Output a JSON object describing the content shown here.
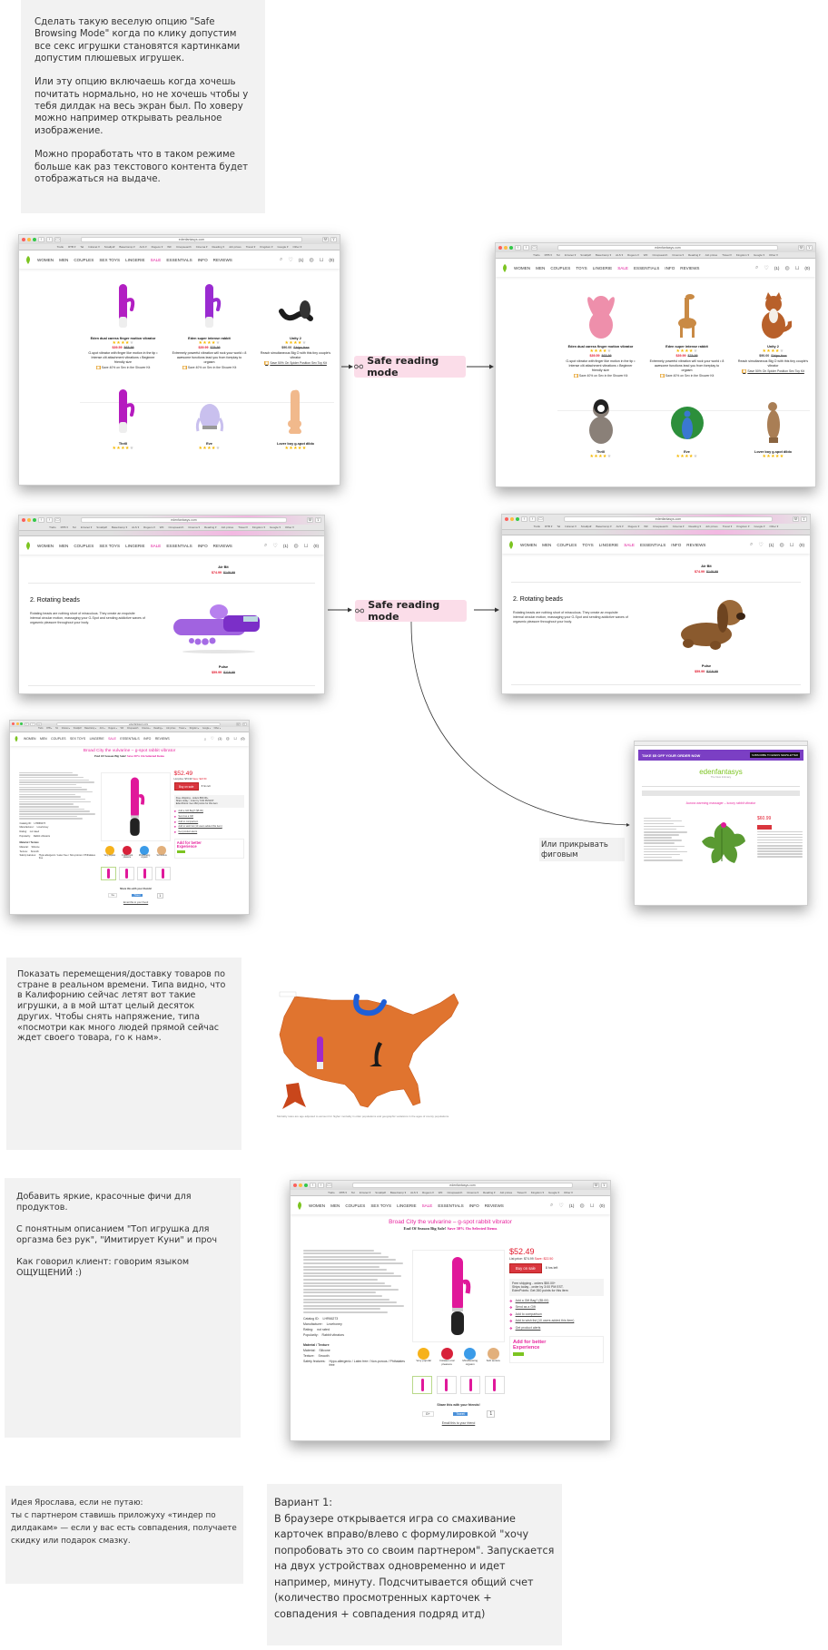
{
  "notes": {
    "safe_browsing": "Сделать такую веселую опцию \"Safe Browsing Mode\" когда по клику допустим все секс игрушки становятся картинками допустим плюшевых игрушек.\n\nИли эту опцию включаешь когда хочешь почитать нормально, но не хочешь чтобы у тебя дилдак на весь экран был. По ховеру можно например открывать реальное изображение.\n\nМожно проработать что в таком режиме больше как раз текстового контента будет отображаться на выдаче.",
    "fig_leaf": "Или прикрывать фиговым листочком.",
    "map": "Показать перемещения/доставку товаров по стране в реальном времени. Типа видно, что в Калифорнию сейчас летят вот такие игрушки, а в мой штат целый десяток других. Чтобы снять напряжение, типа «посмотри как много людей прямой сейчас ждет своего товара, го к нам».",
    "features": "Добавить яркие, красочные фичи для продуктов.\n\nС понятным описанием \"Топ игрушка для оргазма без рук\", \"Имитирует Куни\" и проч\n\nКак говорил клиент: говорим языком ОЩУЩЕНИЙ :)",
    "tinder": "Идея Ярослава, если не путаю:\nты с партнером ставишь приложуху «тиндер по дилдакам» — если у вас есть совпадения, получаете скидку или подарок смазку.",
    "variant1": "Вариант 1:\nВ браузере открывается игра со смахивание карточек вправо/влево с формулировкой \"хочу попробовать это со своим партнером\". Запускается на двух устройствах одновременно и идет например, минуту. Подсчитывается общий счет (количество просмотренных карточек + совпадения + совпадения подряд итд)"
  },
  "safe_mode": {
    "label": "Safe reading mode",
    "icon": "glasses-icon"
  },
  "browser": {
    "url": "edenfantasys.com",
    "bookmarks": [
      "Trello",
      "RTB ▾",
      "Tel",
      "Intranet ▾",
      "Smallpdf",
      "BaseCamp ▾",
      "ALS ▾",
      "Rugeco ▾",
      "WF",
      "Cinopsearch",
      "Cinema ▾",
      "Reading ▾",
      "Job prices",
      "Travel ▾",
      "Kingdom ▾",
      "Google ▾",
      "Other ▾"
    ],
    "nav": [
      "WOMEN",
      "MEN",
      "COUPLES",
      "SEX TOYS",
      "LINGERIE",
      "SALE",
      "ESSENTIALS",
      "INFO",
      "REVIEWS"
    ],
    "nav_safe": [
      "WOMEN",
      "MEN",
      "COUPLES",
      "TOYS",
      "LINGERIE",
      "SALE",
      "ESSENTIALS",
      "INFO",
      "REVIEWS"
    ],
    "wishlist_count": "(1)",
    "cart_count": "(0)"
  },
  "catalog": {
    "products": [
      {
        "name": "Eden dual caress finger motion vibrator",
        "rating": 3.5,
        "price": "$39.59",
        "old_price": "$65.99",
        "desc": "G-spot vibrator with finger like motion in the tip • Intense clit attachment vibrations • Beginner friendly size",
        "promo": "Save 40% on Sex in the Shower Kit",
        "image": "rod",
        "color": "#b21fc2",
        "plush": "pink-bunny",
        "plush_color": "#ee8fab"
      },
      {
        "name": "Eden super intense rabbit",
        "rating": 4,
        "price": "$39.99",
        "old_price": "$79.99",
        "desc": "Extremely powerful vibration will rock your world • 8 awesome functions lead you from foreplay to orgasm",
        "promo": "Save 40% on Sex in the Shower Kit",
        "image": "rod",
        "color": "#9a2bd1",
        "plush": "giraffe",
        "plush_color": "#c98a45"
      },
      {
        "name": "Unity 2",
        "rating": 4,
        "price": "$90.00",
        "old_price": "Ships free",
        "desc": "Reach simultaneous Big O with this tiny couple's vibrator",
        "promo": "Save 50% On Spider Position Sex Toy Kit",
        "image": "cshape",
        "color": "#1c1c1c",
        "plush": "fox",
        "plush_color": "#b8602a"
      },
      {
        "name": "Thrill",
        "rating": 4,
        "image": "rod",
        "color": "#b51bbf",
        "plush": "penguin",
        "plush_color": "#8a8078"
      },
      {
        "name": "Eve",
        "rating": 4,
        "image": "egg",
        "color": "#c9c0ee",
        "plush": "peacock",
        "plush_color": "#2c8f3b"
      },
      {
        "name": "Lover boy g-spot dildo",
        "rating": 5,
        "image": "dildo",
        "color": "#f1b98c",
        "plush": "meerkat",
        "plush_color": "#a97e55"
      }
    ]
  },
  "article": {
    "prev_name": "Air Bit",
    "prev_price": "$74.99",
    "prev_old": "$149.99",
    "heading": "2. Rotating beads",
    "text": "Rotating beads are nothing short of miraculous. They create an exquisite internal circular motion, massaging your G-Spot and sending addictive waves of orgasmic pleasure throughout your body.",
    "name": "Pulse",
    "price": "$59.99",
    "old": "$119.99"
  },
  "product_page": {
    "title": "Broad City the vulvarine – g-spot rabbit vibrator",
    "sale": "End Of Season Big Sale!",
    "sale_link": "Save 30% On Selected Items",
    "price": "$52.49",
    "list_price": "List price: $74.99",
    "save": "Save: $22.50",
    "buy": "Buy on sale",
    "time_left": "8 hrs left",
    "shipping": [
      "Free shipping - orders $50.00+",
      "Ships today - order by 3:00 PM EST.",
      "EdenPoints: Get 260 points for this item"
    ],
    "links": [
      "Add a Gift Bag? ($5.00)",
      "Send as a Gift",
      "Add to comparison",
      "Add to wish list (10 users added this item)",
      "Get product alerts"
    ],
    "ad": "Add for better Experience",
    "features": [
      {
        "label": "Very popular",
        "color": "#f6b21b"
      },
      {
        "label": "Imitates oral pleasure",
        "color": "#d8213a"
      },
      {
        "label": "Mindblowing orgasm",
        "color": "#3b9be8"
      },
      {
        "label": "Soft texture",
        "color": "#e2b07c"
      }
    ],
    "specs": [
      {
        "k": "Catalog ID:",
        "v": "LHR66273"
      },
      {
        "k": "Manufacturer:",
        "v": "Lovehoney"
      },
      {
        "k": "Rating:",
        "v": "not rated"
      },
      {
        "k": "Popularity:",
        "v": "Rabbit vibrators"
      },
      {
        "k": "Material:",
        "v": "Silicone"
      },
      {
        "k": "Texture:",
        "v": "Smooth"
      },
      {
        "k": "Safety features:",
        "v": "Hypo-allergenic / Latex free / Non-porous / Phthalates free"
      }
    ],
    "material_heading": "Material / Texture",
    "share": "Share this with your friends!",
    "like_count": "1",
    "email": "Email this to your friend"
  },
  "fig_page": {
    "banner": "TAKE $5 OFF YOUR ORDER NOW",
    "subscribe": "SUBSCRIBE TO EDENS NEWSLETTER",
    "logo": "edenfantasys",
    "tagline": "The New Intimacy",
    "title": "Aurora warming massager – luxury rabbit vibrator",
    "price": "$60.99"
  },
  "map": {
    "caption": "Mortality rates are age adjusted to account for higher mortality in older populations and geographic variations in the ages of county populations."
  }
}
